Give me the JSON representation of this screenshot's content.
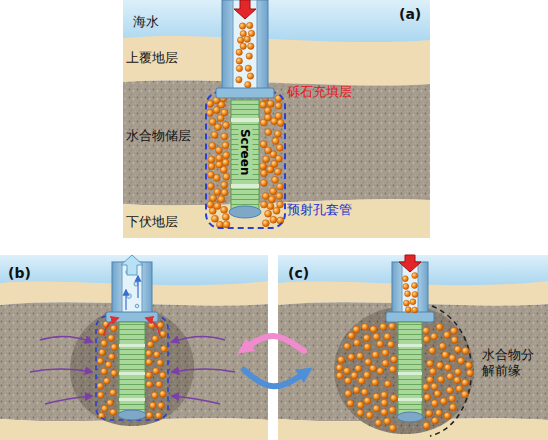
{
  "diagram": {
    "nodes": [
      {
        "text": [
          "(a)",
          "海水",
          "上覆地层",
          "水合物储层",
          "下伏地层",
          "砾石充填层",
          "Screen",
          "预射孔套管"
        ]
      },
      {
        "text": [
          "(b)"
        ]
      },
      {
        "text": [
          "(c)",
          "水合物分解前缘"
        ]
      }
    ],
    "edges": [
      {
        "from": 2,
        "to": 1,
        "arrow": "to"
      },
      {
        "from": 1,
        "to": 2,
        "arrow": "to"
      }
    ]
  }
}
